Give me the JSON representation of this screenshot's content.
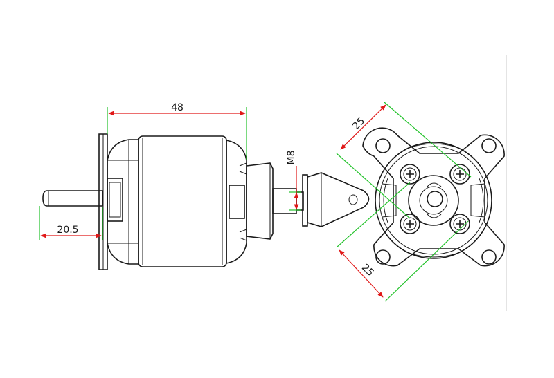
{
  "dimensions": {
    "length": "48",
    "shaft_length": "20.5",
    "thread": "M8",
    "mount_spacing_top": "25",
    "mount_spacing_bottom": "25"
  },
  "colors": {
    "outline": "#1a1a1a",
    "extension_line": "#22c22a",
    "dimension_line": "#e01818"
  }
}
